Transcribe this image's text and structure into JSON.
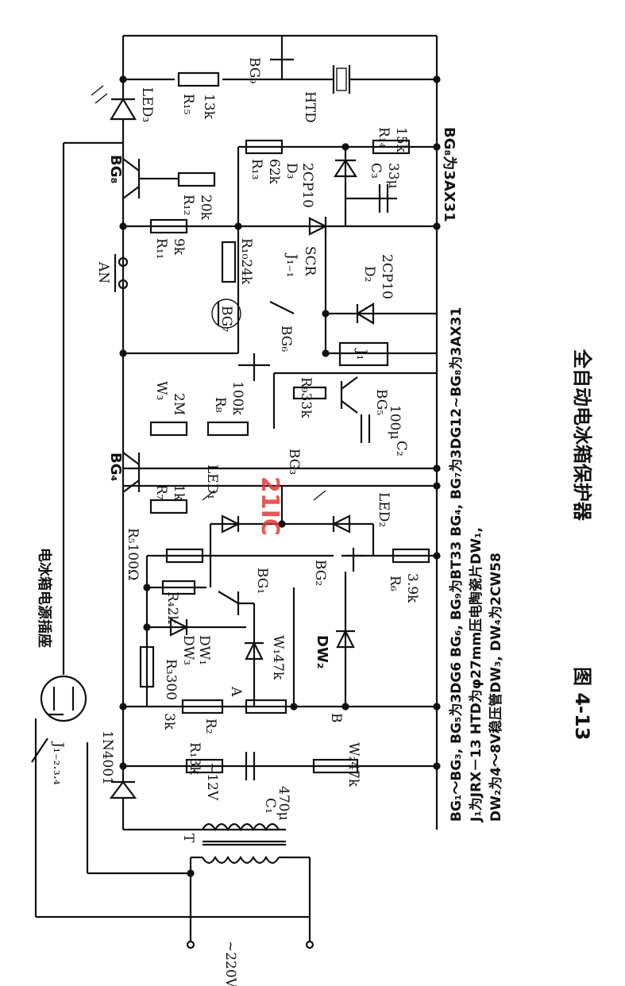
{
  "caption": {
    "figure_no": "图 4-13",
    "title": "全自动电冰箱保护器"
  },
  "labels": {
    "socket": "电冰箱电源插座",
    "relay_contact": "J₁₋₂.₃.₄",
    "mains": "~220V",
    "transformer": "T",
    "secondary": "~12V",
    "diode_1n4001": "1N4001",
    "C1": "C₁",
    "C1_val": "470μ",
    "R1": "R₁3k",
    "R2": "R₂",
    "R2_val": "3k",
    "R3": "R₃300",
    "R4": "R₄2k",
    "R5": "R₅100Ω",
    "R6": "R₆",
    "R6_val": "3.9k",
    "R7": "R₇",
    "R7_val": "1k",
    "R8": "R₈",
    "R8_val": "100k",
    "R9": "R₉33k",
    "R10": "R₁₀24k",
    "R11": "R₁₁",
    "R11_val": "9k",
    "R12": "R₁₂",
    "R12_val": "20k",
    "R13": "R₁₃",
    "R13_val": "62k",
    "R14": "R₁₄",
    "R14_val": "15k",
    "R15": "R₁₅",
    "R15_val": "13k",
    "W1": "W₁47k",
    "W2": "W₂47k",
    "W3": "W₃",
    "W3_val": "2M",
    "DW1": "DW₁",
    "DW2": "DW₂",
    "DW3": "DW₃",
    "A": "A",
    "B": "B",
    "BG1": "BG₁",
    "BG2": "BG₂",
    "BG3": "BG₃",
    "BG4": "BG₄",
    "BG5": "BG₅",
    "BG6": "BG₆",
    "BG7": "BG₇",
    "BG8": "BG₈",
    "BG9": "BG₉",
    "LED1": "LED₁",
    "LED2": "LED₂",
    "LED3": "LED₃",
    "C2": "C₂",
    "C2_val": "100μ",
    "C3": "C₃",
    "C3_val": "33μ",
    "J1": "J₁",
    "J11": "J₁₋₁",
    "D2": "D₂",
    "D2_val": "2CP10",
    "D3": "D₃",
    "D3_val": "2CP10",
    "SCR": "SCR",
    "AN": "AN",
    "HTD": "HTD",
    "watermark": "21IC"
  },
  "notes": [
    "BG₁～BG₃, BG₅为3DG6  BG₆, BG₉为BT33  BG₄, BG₇为3DG12~BG₈为3AX31",
    "J₁为JRX－13  HTD为φ27mm压电陶瓷片DW₁,",
    "DW₂为4～8V稳压管DW₃, DW₄为2CW58"
  ]
}
